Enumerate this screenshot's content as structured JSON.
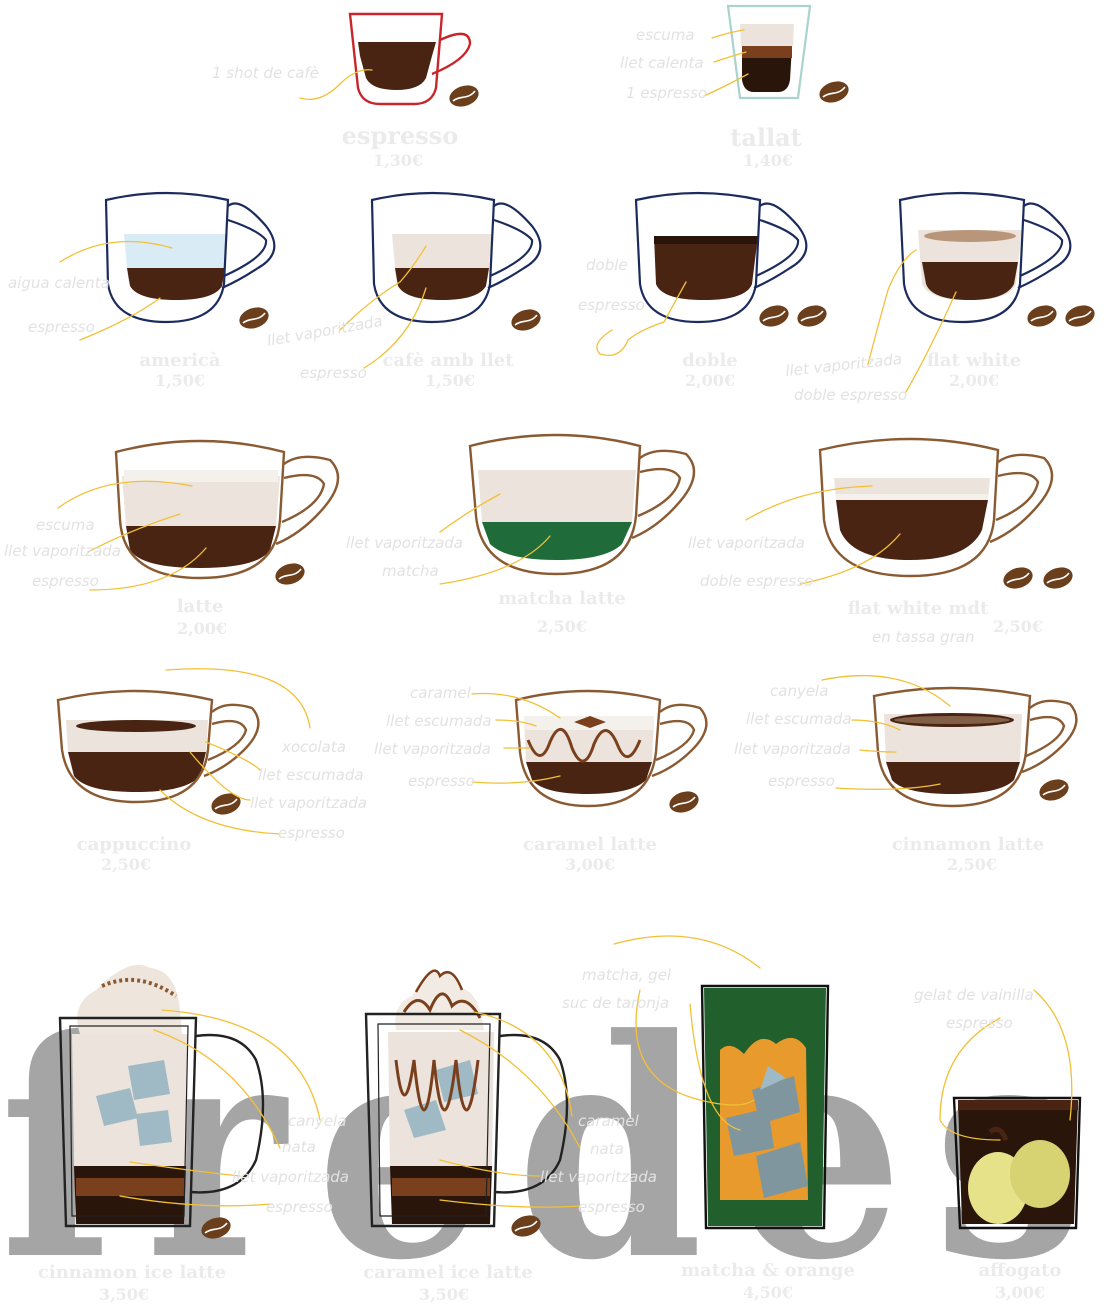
{
  "colors": {
    "espresso": "#4a2413",
    "crema": "#7a3f1d",
    "milk": "#ece4dc",
    "foam": "#f4f1ec",
    "water": "#d9ecf5",
    "matcha": "#1f6b3a",
    "orange": "#e89a2c",
    "glass_green": "#21602c",
    "ice": "#9fbac4",
    "vanilla": "#e6e28a",
    "leader": "#f2c037",
    "cup_blue": "#1c2b5e",
    "cup_brown": "#8a5a32",
    "cup_red": "#c8262b",
    "cup_teal": "#a9d3cc"
  },
  "section_title": "fredes",
  "drinks": {
    "espresso": {
      "name": "espresso",
      "price": "1,30€",
      "labels": [
        "1 shot de cafè"
      ]
    },
    "tallat": {
      "name": "tallat",
      "price": "1,40€",
      "labels": [
        "escuma",
        "llet calenta",
        "1 espresso"
      ]
    },
    "america": {
      "name": "americà",
      "price": "1,50€",
      "labels": [
        "aigua calenta",
        "espresso"
      ]
    },
    "cafe_amb_llet": {
      "name": "cafè amb llet",
      "price": "1,50€",
      "labels": [
        "llet vaporitzada",
        "espresso"
      ]
    },
    "doble": {
      "name": "doble",
      "price": "2,00€",
      "labels": [
        "doble",
        "espresso"
      ]
    },
    "flat_white": {
      "name": "flat white",
      "price": "2,00€",
      "labels": [
        "llet vaporitzada",
        "doble espresso"
      ]
    },
    "latte": {
      "name": "latte",
      "price": "2,00€",
      "labels": [
        "escuma",
        "llet vaporitzada",
        "espresso"
      ]
    },
    "matcha_latte": {
      "name": "matcha latte",
      "price": "2,50€",
      "labels": [
        "llet vaporitzada",
        "matcha"
      ]
    },
    "flat_white_mdt": {
      "name": "flat white mdt",
      "subtitle": "en tassa gran",
      "price": "2,50€",
      "labels": [
        "llet vaporitzada",
        "doble espresso"
      ]
    },
    "cappuccino": {
      "name": "cappuccino",
      "price": "2,50€",
      "labels": [
        "xocolata",
        "llet escumada",
        "llet vaporitzada",
        "espresso"
      ]
    },
    "caramel_latte": {
      "name": "caramel latte",
      "price": "3,00€",
      "labels": [
        "caramel",
        "llet escumada",
        "llet vaporitzada",
        "espresso"
      ]
    },
    "cinnamon_latte": {
      "name": "cinnamon latte",
      "price": "2,50€",
      "labels": [
        "canyela",
        "llet escumada",
        "llet vaporitzada",
        "espresso"
      ]
    },
    "cinnamon_ice_latte": {
      "name": "cinnamon ice latte",
      "price": "3,50€",
      "labels": [
        "canyela",
        "nata",
        "llet vaporitzada",
        "espresso"
      ]
    },
    "caramel_ice_latte": {
      "name": "caramel ice latte",
      "price": "3,50€",
      "labels": [
        "caramel",
        "nata",
        "llet vaporitzada",
        "espresso"
      ]
    },
    "matcha_orange": {
      "name": "matcha & orange",
      "price": "4,50€",
      "labels": [
        "matcha, gel",
        "suc de taronja"
      ]
    },
    "affogato": {
      "name": "affogato",
      "price": "3,00€",
      "labels": [
        "gelat de vainilla",
        "espresso"
      ]
    }
  }
}
